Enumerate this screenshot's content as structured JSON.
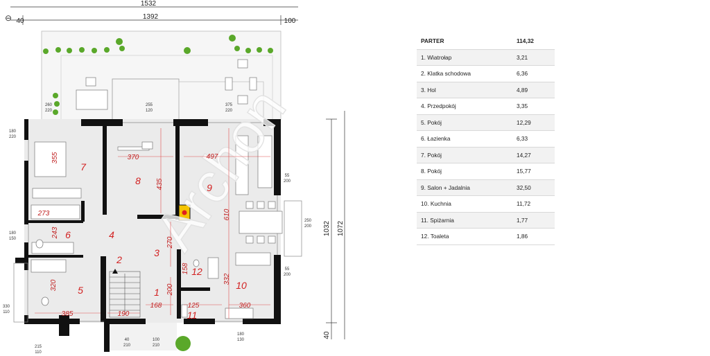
{
  "dims": {
    "total_width": "1532",
    "left_offset": "40",
    "inner_width": "1392",
    "right_offset": "100",
    "height_inner": "1032",
    "height_total": "1072",
    "bottom_offset": "40"
  },
  "rooms": [
    {
      "num": "1",
      "w": "168",
      "h": "200"
    },
    {
      "num": "2",
      "w": "190",
      "h": ""
    },
    {
      "num": "3",
      "w": "",
      "h": "270"
    },
    {
      "num": "4",
      "w": "",
      "h": ""
    },
    {
      "num": "5",
      "w": "385",
      "h": "320"
    },
    {
      "num": "6",
      "w": "273",
      "h": "243"
    },
    {
      "num": "7",
      "w": "",
      "h": "355"
    },
    {
      "num": "8",
      "w": "370",
      "h": "435"
    },
    {
      "num": "9",
      "w": "497",
      "h": "610"
    },
    {
      "num": "10",
      "w": "360",
      "h": "332"
    },
    {
      "num": "11",
      "w": "125",
      "h": ""
    },
    {
      "num": "12",
      "w": "",
      "h": "158"
    }
  ],
  "openings": [
    {
      "id": "win-top-left",
      "w": "260",
      "h": "220"
    },
    {
      "id": "win-top-mid",
      "w": "255",
      "h": "120"
    },
    {
      "id": "win-top-right",
      "w": "375",
      "h": "220"
    },
    {
      "id": "win-left-1",
      "w": "180",
      "h": "220"
    },
    {
      "id": "win-left-2",
      "w": "180",
      "h": "150"
    },
    {
      "id": "win-left-3",
      "w": "330",
      "h": "110"
    },
    {
      "id": "win-right-1",
      "w": "55",
      "h": "200"
    },
    {
      "id": "win-right-2",
      "w": "250",
      "h": "200"
    },
    {
      "id": "win-right-3",
      "w": "55",
      "h": "200"
    },
    {
      "id": "win-bottom-1",
      "w": "215",
      "h": "110"
    },
    {
      "id": "win-bottom-2",
      "w": "40",
      "h": "210"
    },
    {
      "id": "win-bottom-3",
      "w": "100",
      "h": "210"
    },
    {
      "id": "win-bottom-4",
      "w": "180",
      "h": "130"
    }
  ],
  "table": {
    "header": {
      "name": "PARTER",
      "area": "114,32"
    },
    "rows": [
      {
        "name": "1. Wiatrołap",
        "area": "3,21"
      },
      {
        "name": "2. Klatka schodowa",
        "area": "6,36"
      },
      {
        "name": "3. Hol",
        "area": "4,89"
      },
      {
        "name": "4. Przedpokój",
        "area": "3,35"
      },
      {
        "name": "5. Pokój",
        "area": "12,29"
      },
      {
        "name": "6. Łazienka",
        "area": "6,33"
      },
      {
        "name": "7. Pokój",
        "area": "14,27"
      },
      {
        "name": "8. Pokój",
        "area": "15,77"
      },
      {
        "name": "9. Salon + Jadalnia",
        "area": "32,50"
      },
      {
        "name": "10. Kuchnia",
        "area": "11,72"
      },
      {
        "name": "11. Spiżarnia",
        "area": "1,77"
      },
      {
        "name": "12. Toaleta",
        "area": "1,86"
      }
    ]
  },
  "icons": {
    "zoom": "zoom-icon",
    "fireplace": "fireplace-icon",
    "plants": "plant-icon"
  },
  "colors": {
    "wall": "#111111",
    "room_number": "#d22020",
    "floor": "#e8e8e8",
    "terrace": "#f4f4f4",
    "plant": "#5aa82a",
    "fireplace": "#f5c400"
  }
}
